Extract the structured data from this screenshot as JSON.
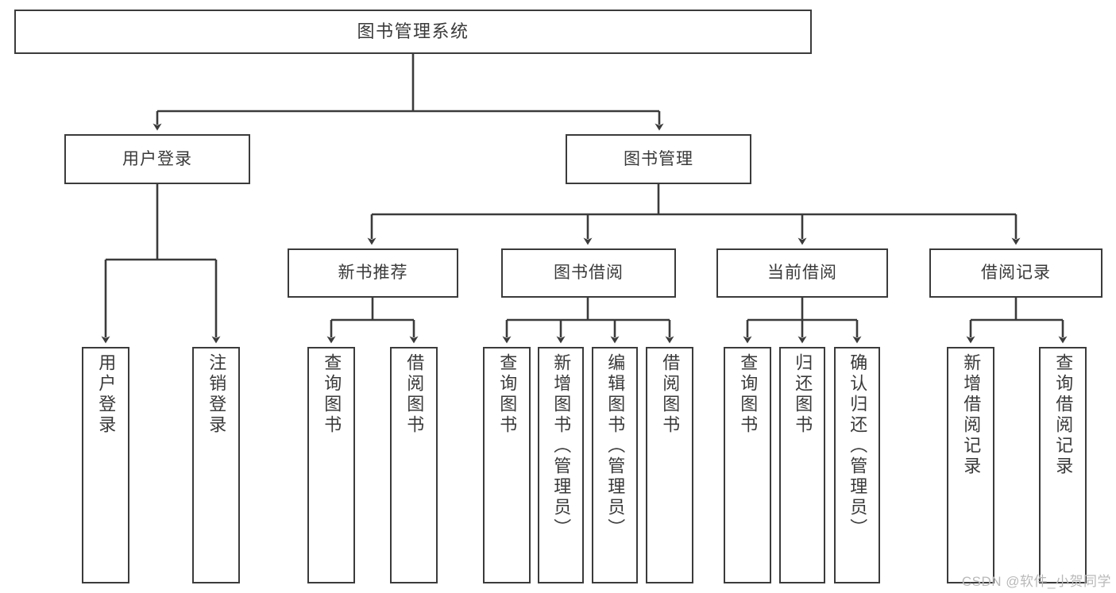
{
  "diagram": {
    "type": "tree-hierarchy",
    "title": "图书管理系统",
    "stroke_color": "#3b3b3b",
    "text_color": "#3a3a3a",
    "background_color": "#ffffff",
    "nodes": {
      "root": {
        "label": "图书管理系统"
      },
      "level2": [
        {
          "label": "用户登录"
        },
        {
          "label": "图书管理"
        }
      ],
      "level3": [
        {
          "label": "新书推荐"
        },
        {
          "label": "图书借阅"
        },
        {
          "label": "当前借阅"
        },
        {
          "label": "借阅记录"
        }
      ],
      "leaves_user_login": [
        {
          "label": "用户登录"
        },
        {
          "label": "注销登录"
        }
      ],
      "leaves_new_book": [
        {
          "label": "查询图书"
        },
        {
          "label": "借阅图书"
        }
      ],
      "leaves_borrow": [
        {
          "label": "查询图书"
        },
        {
          "label": "新增图书（管理员）"
        },
        {
          "label": "编辑图书（管理员）"
        },
        {
          "label": "借阅图书"
        }
      ],
      "leaves_current": [
        {
          "label": "查询图书"
        },
        {
          "label": "归还图书"
        },
        {
          "label": "确认归还（管理员）"
        }
      ],
      "leaves_records": [
        {
          "label": "新增借阅记录"
        },
        {
          "label": "查询借阅记录"
        }
      ]
    }
  },
  "watermark": {
    "text": "CSDN @软件_小贺同学"
  }
}
